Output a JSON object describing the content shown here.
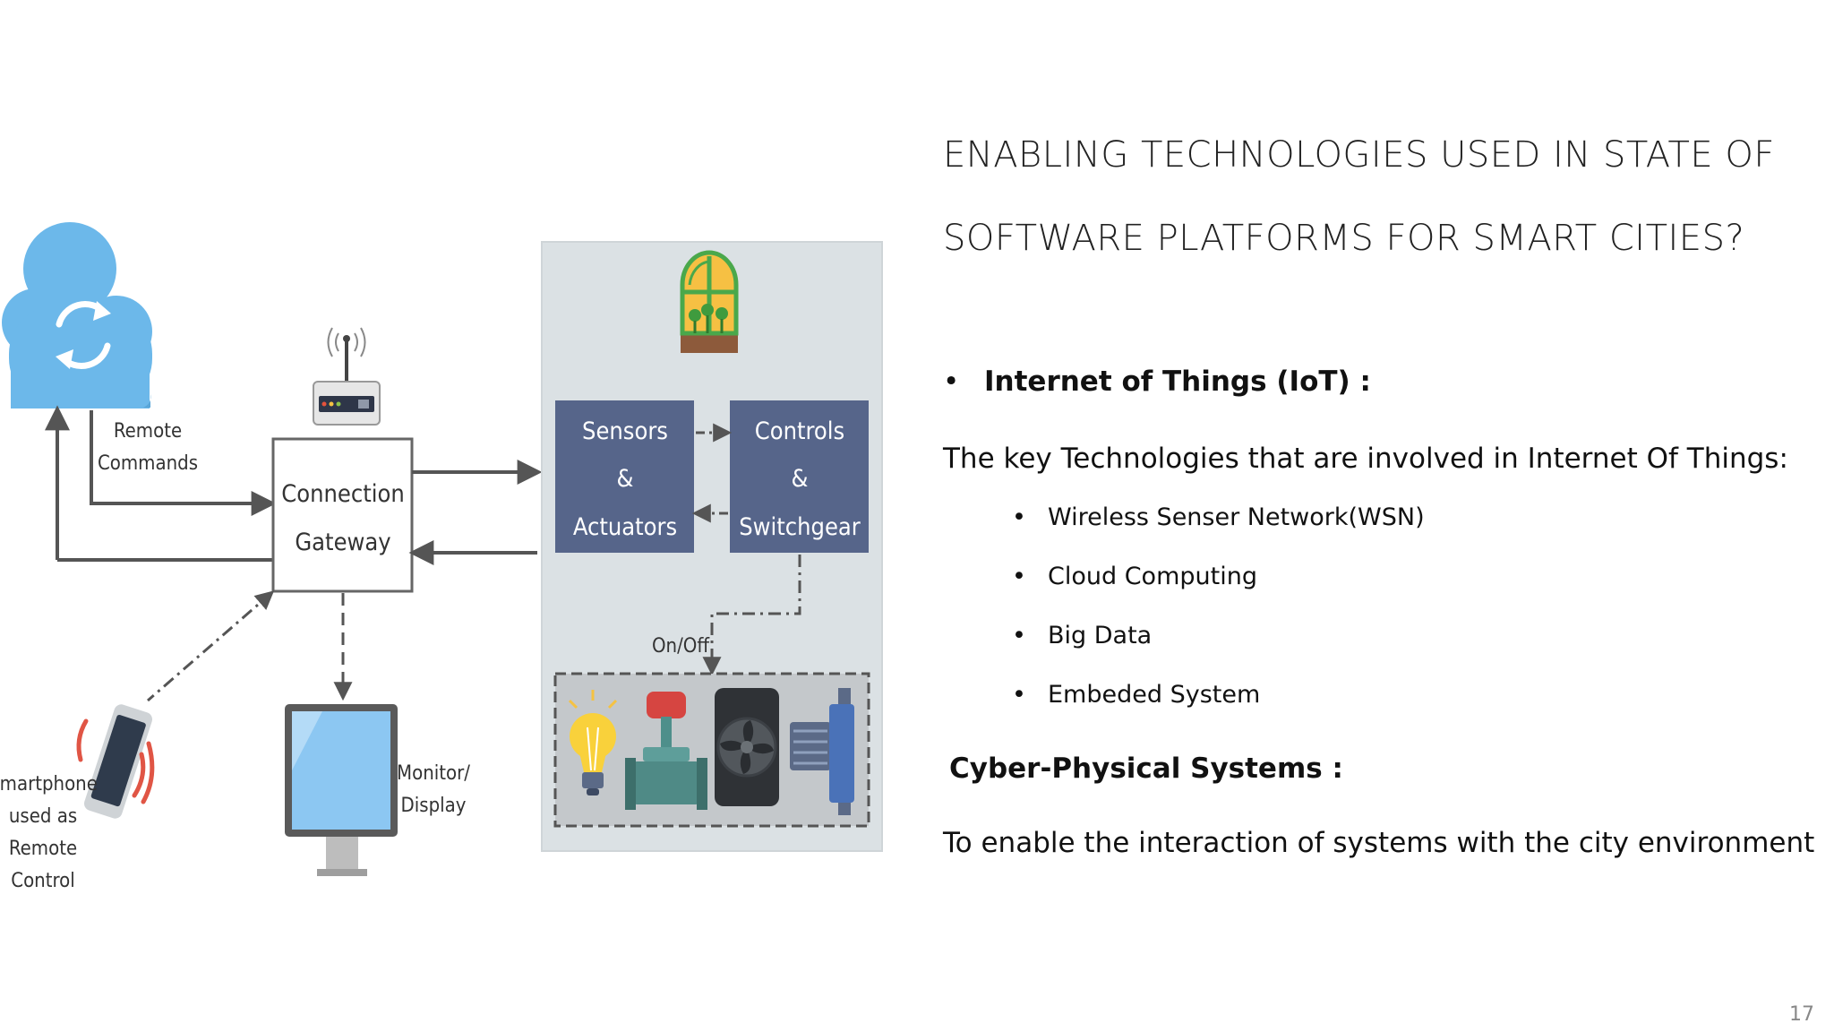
{
  "slide": {
    "title_line1": "ENABLING TECHNOLOGIES USED IN STATE OF",
    "title_line2": "SOFTWARE PLATFORMS FOR SMART CITIES?",
    "iot_bullet": "Internet of Things (IoT) :",
    "iot_intro": "The key Technologies that are involved in Internet Of Things:",
    "iot_items": [
      "Wireless Senser Network(WSN)",
      "Cloud Computing",
      "Big Data",
      "Embeded System"
    ],
    "cps_heading": "Cyber-Physical Systems :",
    "cps_desc": "To enable the interaction of systems with the city environment",
    "page_number": "17"
  },
  "diagram": {
    "remote_commands": [
      "Remote",
      "Commands"
    ],
    "gateway": [
      "Connection",
      "Gateway"
    ],
    "sensors": [
      "Sensors",
      "&",
      "Actuators"
    ],
    "controls": [
      "Controls",
      "&",
      "Switchgear"
    ],
    "onoff": "On/Off",
    "monitor": [
      "Monitor/",
      "Display"
    ],
    "smartphone": [
      "Smartphone",
      "used as",
      "Remote",
      "Control"
    ],
    "colors": {
      "cloud": "#6cb8ea",
      "panel_bg": "#dbe1e4",
      "module_box": "#56658a",
      "arrow": "#555555"
    }
  }
}
